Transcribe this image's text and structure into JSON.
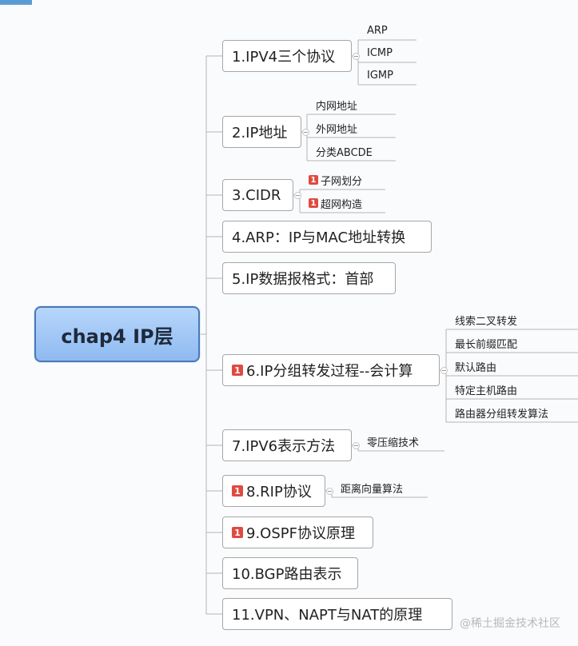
{
  "root": {
    "label": "chap4 IP层"
  },
  "topics": [
    {
      "label": "1.IPV4三个协议",
      "flagged": false,
      "subtopics": [
        {
          "label": "ARP",
          "flagged": false
        },
        {
          "label": "ICMP",
          "flagged": false
        },
        {
          "label": "IGMP",
          "flagged": false
        }
      ]
    },
    {
      "label": "2.IP地址",
      "flagged": false,
      "subtopics": [
        {
          "label": "内网地址",
          "flagged": false
        },
        {
          "label": "外网地址",
          "flagged": false
        },
        {
          "label": "分类ABCDE",
          "flagged": false
        }
      ]
    },
    {
      "label": "3.CIDR",
      "flagged": false,
      "subtopics": [
        {
          "label": "子网划分",
          "flagged": true
        },
        {
          "label": "超网构造",
          "flagged": true
        }
      ]
    },
    {
      "label": "4.ARP：IP与MAC地址转换",
      "flagged": false,
      "subtopics": []
    },
    {
      "label": "5.IP数据报格式：首部",
      "flagged": false,
      "subtopics": []
    },
    {
      "label": "6.IP分组转发过程--会计算",
      "flagged": true,
      "subtopics": [
        {
          "label": "线索二叉转发",
          "flagged": false
        },
        {
          "label": "最长前缀匹配",
          "flagged": false
        },
        {
          "label": "默认路由",
          "flagged": false
        },
        {
          "label": "特定主机路由",
          "flagged": false
        },
        {
          "label": "路由器分组转发算法",
          "flagged": false
        }
      ]
    },
    {
      "label": "7.IPV6表示方法",
      "flagged": false,
      "subtopics": [
        {
          "label": "零压缩技术",
          "flagged": false
        }
      ]
    },
    {
      "label": "8.RIP协议",
      "flagged": true,
      "subtopics": [
        {
          "label": "距离向量算法",
          "flagged": false
        }
      ]
    },
    {
      "label": "9.OSPF协议原理",
      "flagged": true,
      "subtopics": []
    },
    {
      "label": "10.BGP路由表示",
      "flagged": false,
      "subtopics": []
    },
    {
      "label": "11.VPN、NAPT与NAT的原理",
      "flagged": false,
      "subtopics": []
    }
  ],
  "flag_mark": "1",
  "watermark": "@稀土掘金技术社区",
  "colors": {
    "root_fill": "#9cc5f7",
    "root_border": "#4a78b8",
    "flag": "#e04a40",
    "connector": "#b4b4b4"
  }
}
